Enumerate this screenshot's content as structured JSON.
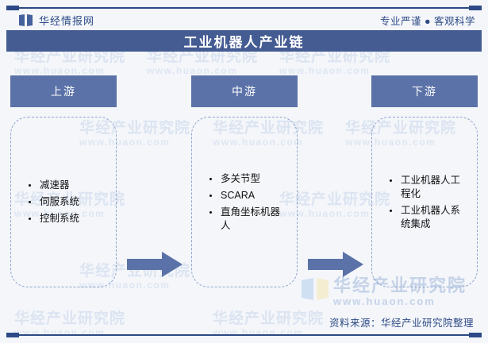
{
  "header": {
    "brand_name": "华经情报网",
    "brand_logo_icon": "book-logo-icon",
    "tagline": "专业严谨 ● 客观科学"
  },
  "title_bar": {
    "title": "工业机器人产业链"
  },
  "colors": {
    "title_bar_bg": "#455c93",
    "stage_head_bg": "#5b72a8",
    "arrow_fill": "#5b72a8",
    "accent_line": "#2d4a86",
    "dashed_border": "#8fa5cc",
    "page_bg": "#f4f6fa",
    "watermark_text": "#c5d3e8"
  },
  "chain": {
    "stages": [
      {
        "label": "上游",
        "items": [
          "减速器",
          "伺服系统",
          "控制系统"
        ]
      },
      {
        "label": "中游",
        "items": [
          "多关节型",
          "SCARA",
          "直角坐标机器人"
        ]
      },
      {
        "label": "下游",
        "items": [
          "工业机器人工程化",
          "工业机器人系统集成"
        ]
      }
    ],
    "arrows": [
      "arrow-right-icon",
      "arrow-right-icon"
    ]
  },
  "watermark": {
    "center_cn": "华经产业研究院",
    "center_url": "www.huaon.com",
    "tile_cn": "华经产业研究院",
    "tile_url": "www.huaon.com"
  },
  "footer": {
    "source": "资料来源：华经产业研究院整理"
  }
}
